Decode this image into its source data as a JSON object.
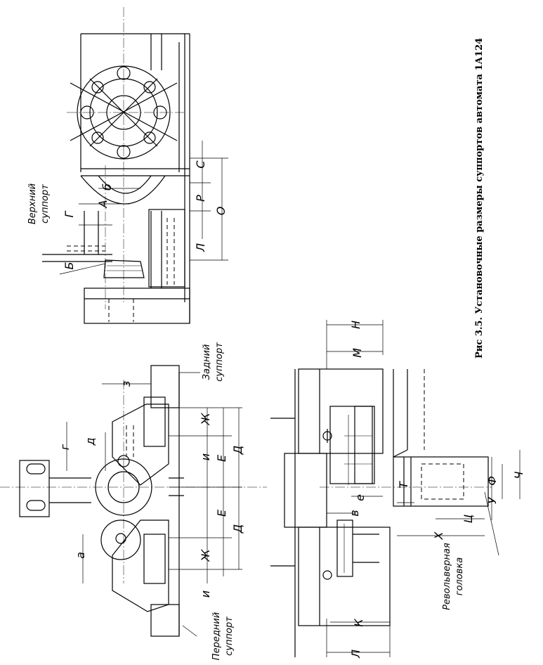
{
  "caption": "Рис 3.5. Установочные размеры суппортов автомата 1А124",
  "notes": {
    "upper_support": [
      "Верхний",
      "суппорт"
    ],
    "rear_support": [
      "Задний",
      "суппорт"
    ],
    "front_support": [
      "Передний",
      "суппорт"
    ],
    "turret_head": [
      "Револьверная",
      "головка"
    ]
  },
  "labels": {
    "a": "а",
    "b": "б",
    "v": "в",
    "g": "г",
    "d": "д",
    "e": "е",
    "z": "з",
    "i": "и",
    "i2": "и",
    "A": "А",
    "B": "Б",
    "V": "В",
    "G": "Г",
    "D": "Д",
    "D2": "Д",
    "E": "Е",
    "E2": "Е",
    "ZH": "Ж",
    "ZH2": "Ж",
    "K": "К",
    "L": "Л",
    "L2": "Л",
    "M": "М",
    "N": "Н",
    "O": "О",
    "P": "Р",
    "S": "С",
    "T": "Т",
    "U": "У",
    "F": "Ф",
    "KH": "Х",
    "TS": "Ц",
    "CH": "Ч"
  }
}
